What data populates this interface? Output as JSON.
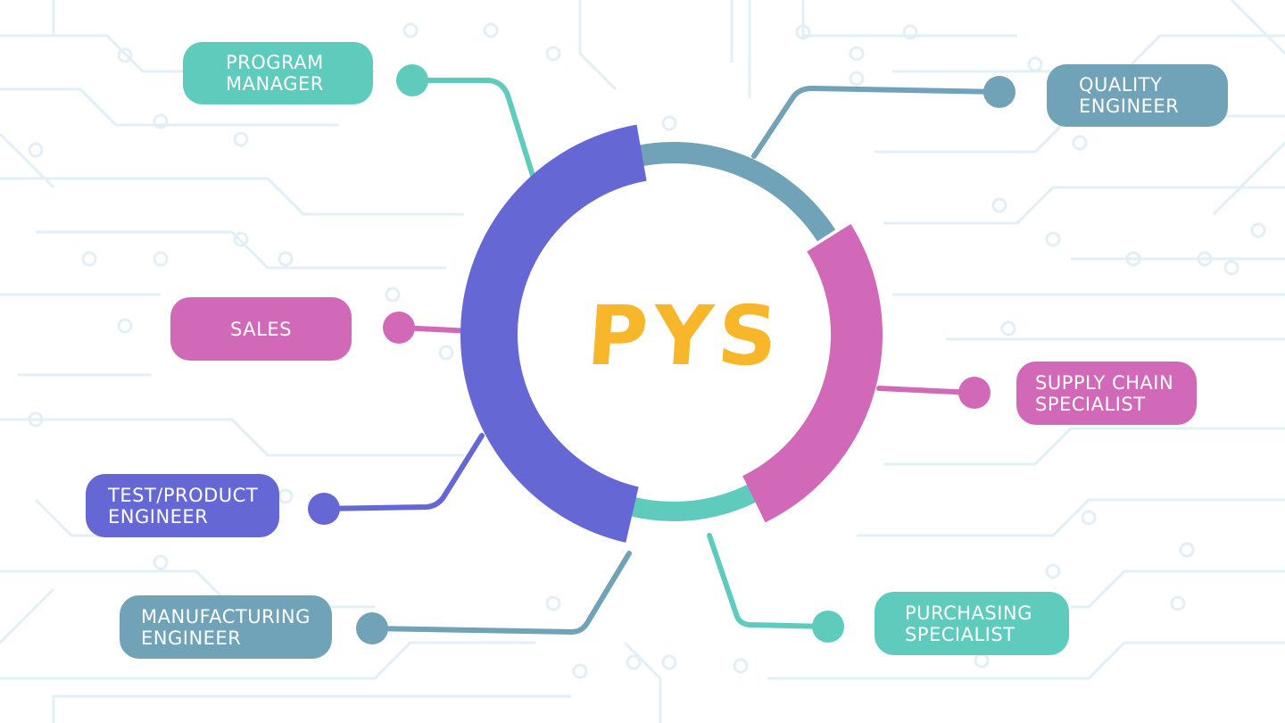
{
  "logo": {
    "text": "PYS"
  },
  "colors": {
    "teal": "#5ecbbd",
    "slate": "#70a2b8",
    "pink": "#d169b8",
    "purple": "#6568d4",
    "gold": "#f8b62b",
    "circuit": "#e3eff6"
  },
  "roles": {
    "program_manager": [
      "PROGRAM",
      "MANAGER"
    ],
    "quality_engineer": [
      "QUALITY",
      "ENGINEER"
    ],
    "sales": [
      "SALES"
    ],
    "supply_chain": [
      "SUPPLY CHAIN",
      "SPECIALIST"
    ],
    "test_product": [
      "TEST/PRODUCT",
      "ENGINEER"
    ],
    "manufacturing": [
      "MANUFACTURING",
      "ENGINEER"
    ],
    "purchasing": [
      "PURCHASING",
      "SPECIALIST"
    ]
  }
}
